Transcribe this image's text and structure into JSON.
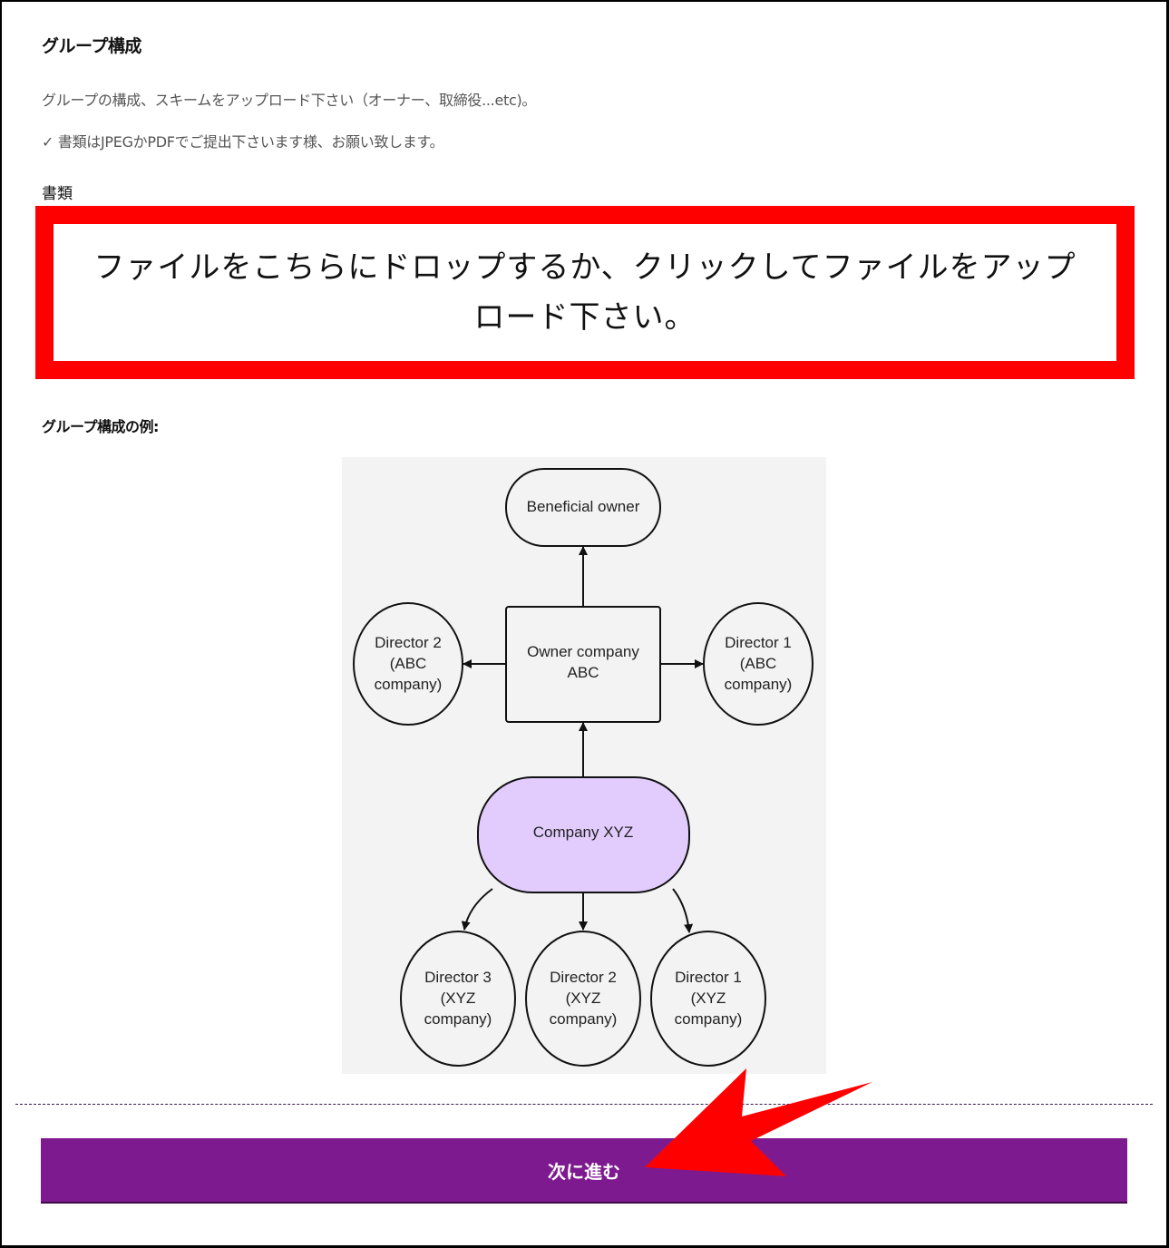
{
  "section": {
    "title": "グループ構成",
    "description": "グループの構成、スキームをアップロード下さい（オーナー、取締役...etc)。",
    "note": "✓ 書類はJPEGかPDFでご提出下さいます様、お願い致します。"
  },
  "upload": {
    "label": "書類",
    "dropzone_text": "ファイルをこちらにドロップするか、クリックしてファイルをアップロード下さい。",
    "highlight_color": "#ff0000"
  },
  "example": {
    "label": "グループ構成の例:",
    "diagram": {
      "background": "#f3f3f3",
      "nodes": {
        "beneficial_owner": "Beneficial owner",
        "owner_company": [
          "Owner company",
          "ABC"
        ],
        "director2_abc": [
          "Director 2",
          "(ABC",
          "company)"
        ],
        "director1_abc": [
          "Director 1",
          "(ABC",
          "company)"
        ],
        "company_xyz": "Company XYZ",
        "director3_xyz": [
          "Director 3",
          "(XYZ",
          "company)"
        ],
        "director2_xyz": [
          "Director 2",
          "(XYZ",
          "company)"
        ],
        "director1_xyz": [
          "Director 1",
          "(XYZ",
          "company)"
        ]
      },
      "highlight_fill": "#e2ccfd"
    }
  },
  "footer": {
    "next_button": "次に進む",
    "button_color": "#7e1a8f",
    "annotation_arrow_color": "#ff0000"
  }
}
